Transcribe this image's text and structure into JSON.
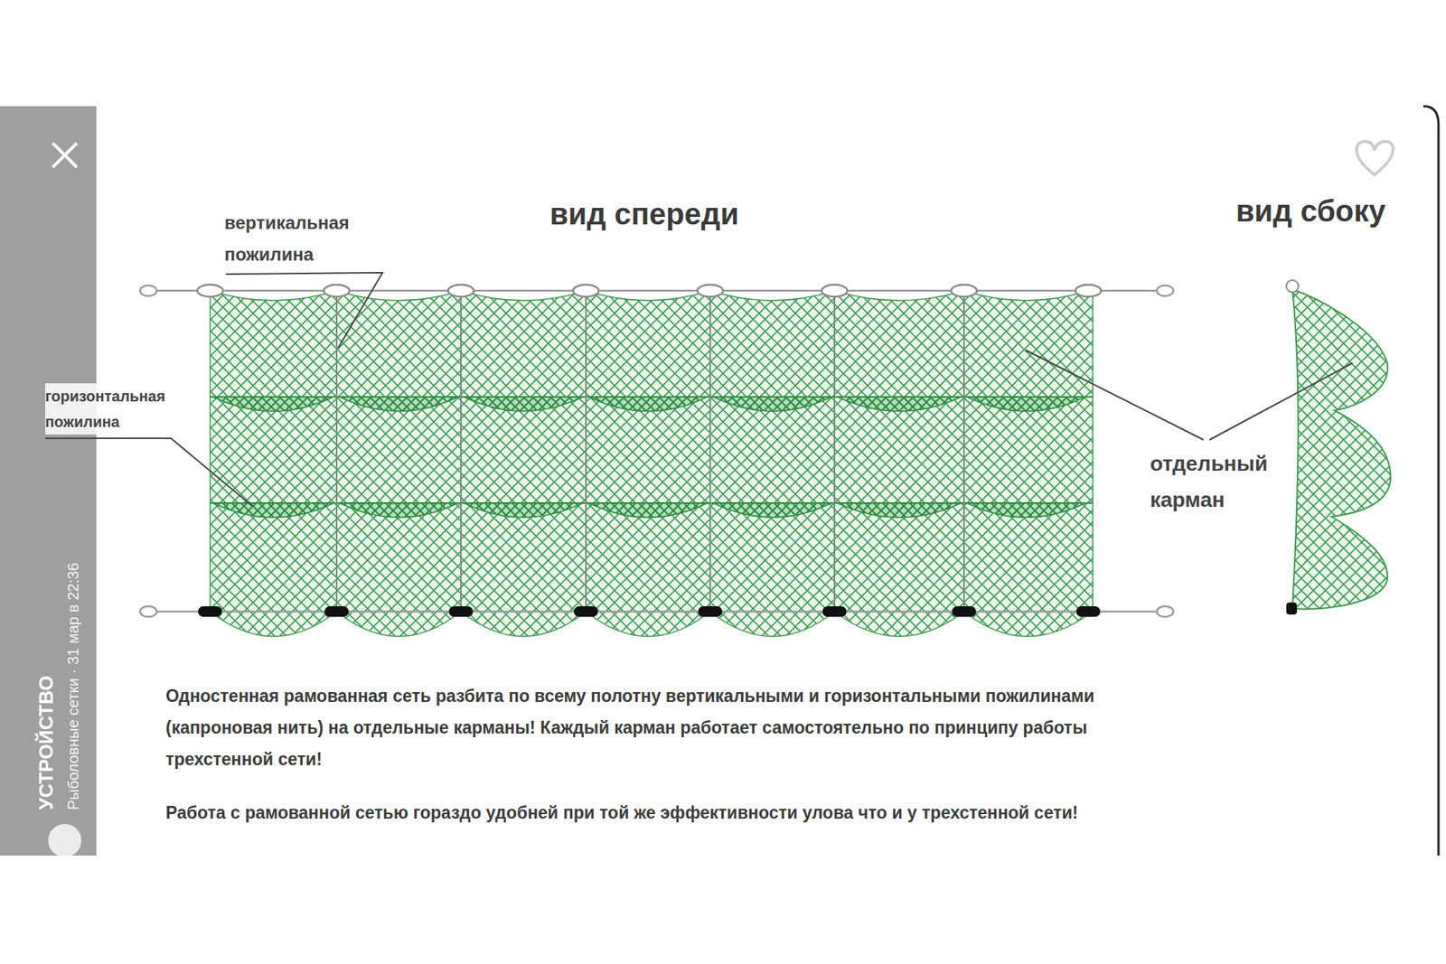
{
  "diagram": {
    "caption": "Одностенная рамованная сеть разбита по всему полотну вертикальными и горизонтальными пожилинами (капроновая нить) на отдельные карманы! Каждый карман работает самостоятельно по принципу работы трехстенной сети!",
    "labels": [
      "вид спереди",
      "вид сбоку",
      "вертикальная пожилина",
      "горизонтальная пожилина",
      "отдельный карман",
      "Работа с рамованной сетью гораздо удобней при той же эффективности улова что и у трехстенной сети!",
      "УСТРОЙСТВО",
      "Рыболовные сетки · 31 мар в 22:36"
    ]
  }
}
